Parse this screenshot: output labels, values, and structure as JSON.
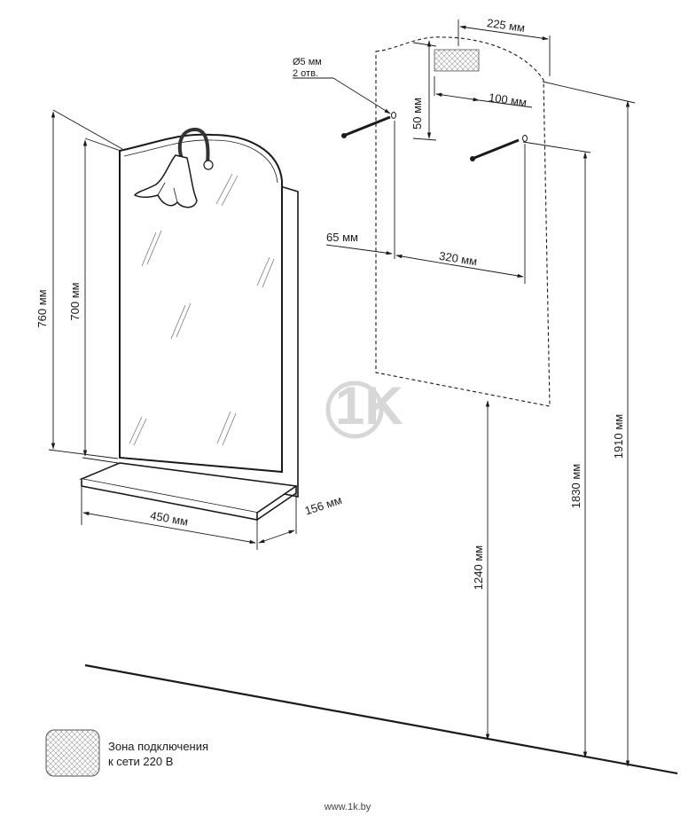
{
  "dimensions": {
    "height_760": "760 мм",
    "height_700": "700 мм",
    "width_450": "450 мм",
    "depth_156": "156 мм",
    "hole_diameter": "Ø5 мм",
    "hole_count": "2 отв.",
    "zone_width_225": "225 мм",
    "zone_offset_100": "100 мм",
    "zone_offset_50": "50 мм",
    "offset_65": "65 мм",
    "hole_spacing_320": "320 мм",
    "height_1240": "1240 мм",
    "height_1830": "1830 мм",
    "height_1910": "1910 мм"
  },
  "legend": {
    "line1": "Зона подключения",
    "line2": "к сети 220 В"
  },
  "watermark": {
    "logo": "1K",
    "site": "www.1k.by"
  },
  "colors": {
    "line": "#1a1a1a",
    "zone_fill": "#e9e9e9",
    "watermark": "#d7d7d7"
  }
}
